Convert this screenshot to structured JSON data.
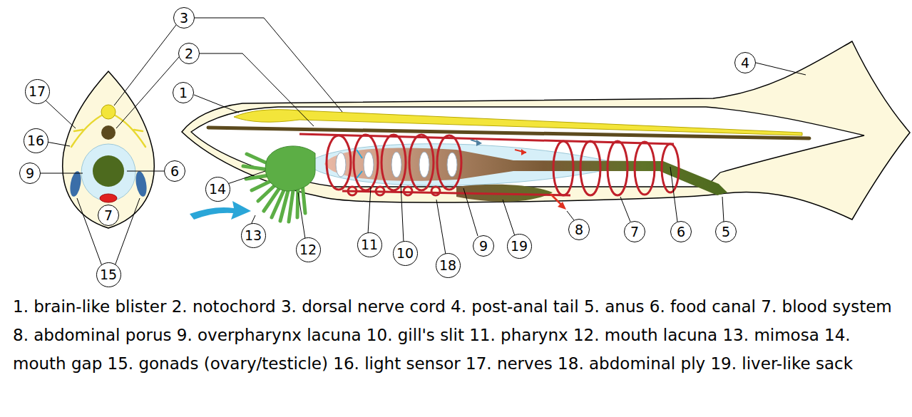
{
  "diagram": {
    "caption": "1. brain-like blister 2. notochord 3. dorsal nerve cord 4. post-anal tail 5. anus 6. food canal 7. blood system 8. abdominal porus 9. overpharynx lacuna 10. gill's slit 11. pharynx 12. mouth lacuna 13. mimosa 14. mouth gap 15. gonads (ovary/testicle) 16. light sensor 17. nerves 18. abdominal ply 19. liver-like sack",
    "nodes": [
      {
        "text": [
          "3"
        ]
      },
      {
        "text": [
          "2"
        ]
      },
      {
        "text": [
          "4"
        ]
      },
      {
        "text": [
          "17"
        ]
      },
      {
        "text": [
          "1"
        ]
      },
      {
        "text": [
          "16"
        ]
      },
      {
        "text": [
          "9"
        ]
      },
      {
        "text": [
          "6"
        ]
      },
      {
        "text": [
          "14"
        ]
      },
      {
        "text": [
          "7"
        ]
      },
      {
        "text": [
          "8"
        ]
      },
      {
        "text": [
          "7"
        ]
      },
      {
        "text": [
          "6"
        ]
      },
      {
        "text": [
          "5"
        ]
      },
      {
        "text": [
          "13"
        ]
      },
      {
        "text": [
          "11"
        ]
      },
      {
        "text": [
          "9"
        ]
      },
      {
        "text": [
          "19"
        ]
      },
      {
        "text": [
          "12"
        ]
      },
      {
        "text": [
          "10"
        ]
      },
      {
        "text": [
          "18"
        ]
      },
      {
        "text": [
          "15"
        ]
      }
    ]
  }
}
